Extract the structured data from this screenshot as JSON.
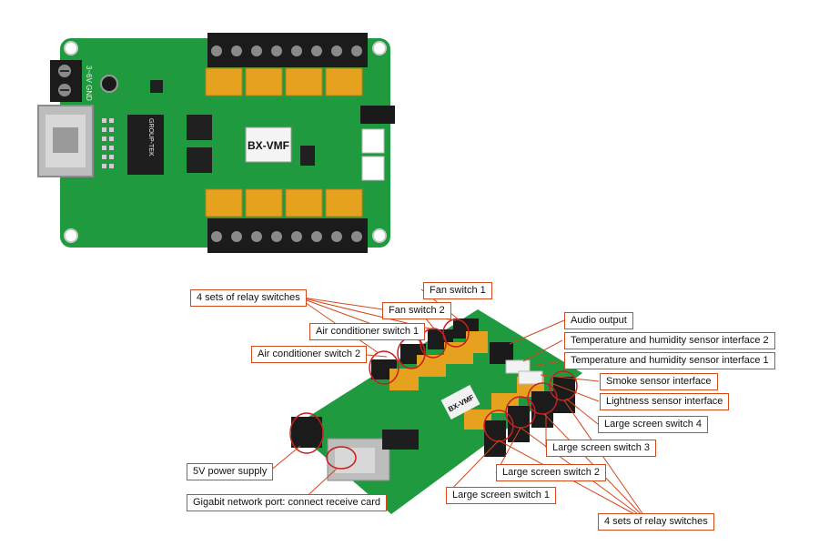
{
  "board_top": {
    "model_label": "BX-VMF",
    "brand_label": "GROUP-TEK",
    "power_label": "3~6V GND"
  },
  "board_bottom": {
    "model_label": "BX-VMF"
  },
  "callouts": {
    "relay_sets_top": "4 sets of relay switches",
    "fan_switch_1": "Fan switch 1",
    "fan_switch_2": "Fan switch 2",
    "ac_switch_1": "Air conditioner switch 1",
    "ac_switch_2": "Air conditioner switch 2",
    "audio_output": "Audio output",
    "th_sensor_2": "Temperature and humidity sensor interface 2",
    "th_sensor_1": "Temperature and humidity sensor interface 1",
    "smoke_sensor": "Smoke sensor interface",
    "lightness_sensor": "Lightness sensor interface",
    "large_screen_4": "Large screen switch 4",
    "large_screen_3": "Large screen switch 3",
    "large_screen_2": "Large screen switch 2",
    "large_screen_1": "Large screen switch 1",
    "relay_sets_bottom": "4 sets of relay switches",
    "power_5v": "5V power supply",
    "gigabit_port": "Gigabit network port: connect receive card"
  },
  "colors": {
    "pcb": "#1f9a3e",
    "relay": "#e6a21e",
    "terminal": "#1b1b1b",
    "callout_border": "#d2491c",
    "highlight_circle": "#c81e1e"
  }
}
